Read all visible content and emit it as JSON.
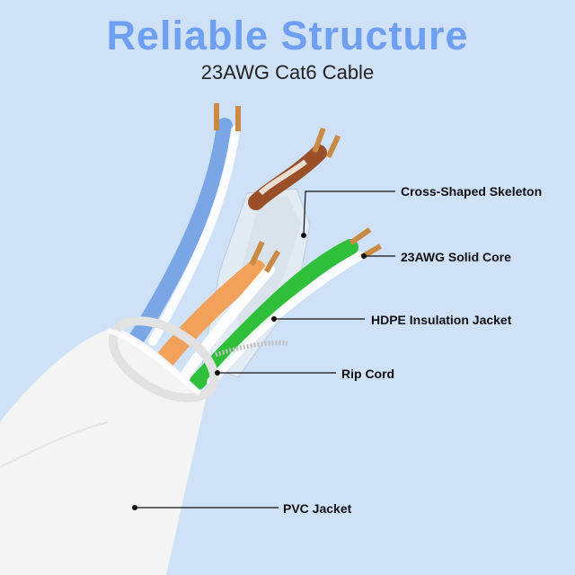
{
  "title": "Reliable Structure",
  "subtitle": "23AWG Cat6 Cable",
  "colors": {
    "background": "#cfe1f7",
    "title": "#6e9ff0",
    "jacket": "#f4f4f4",
    "pair_blue": "#7aa6e6",
    "pair_brown": "#9a4f28",
    "pair_orange": "#f2a15a",
    "pair_green": "#2fbf3a",
    "copper": "#c98a45"
  },
  "callouts": {
    "skeleton": "Cross-Shaped Skeleton",
    "solid_core": "23AWG Solid Core",
    "insulation": "HDPE Insulation Jacket",
    "rip_cord": "Rip Cord",
    "pvc_jacket": "PVC Jacket"
  }
}
